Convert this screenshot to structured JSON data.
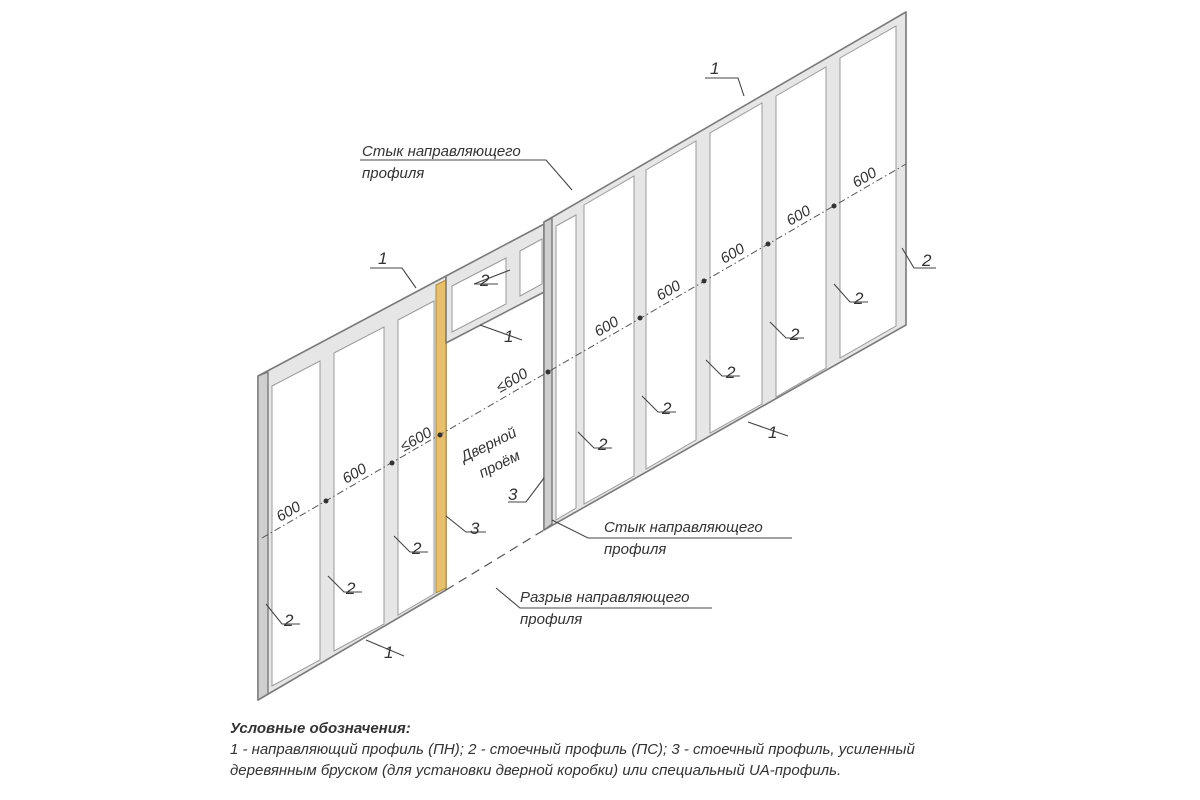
{
  "annotations": {
    "joint_top": [
      "Стык направляющего",
      "профиля"
    ],
    "joint_bottom": [
      "Стык направляющего",
      "профиля"
    ],
    "rail_gap": [
      "Разрыв направляющего",
      "профиля"
    ],
    "door_opening": [
      "Дверной",
      "проём"
    ]
  },
  "markers": {
    "rail": "1",
    "stud": "2",
    "reinforced_stud": "3"
  },
  "dimensions": {
    "span": "600",
    "span_max": "≤600"
  },
  "legend": {
    "title": "Условные обозначения:",
    "line1": "1 - направляющий профиль (ПН);  2 - стоечный профиль (ПС);  3 - стоечный профиль, усиленный",
    "line2": "деревянным бруском (для установки дверной коробки) или специальный UA-профиль."
  },
  "colors": {
    "frame": "#e6e6e6",
    "frame_edge": "#7a7a7a",
    "wood": "#e8bf6a",
    "text": "#333333"
  }
}
